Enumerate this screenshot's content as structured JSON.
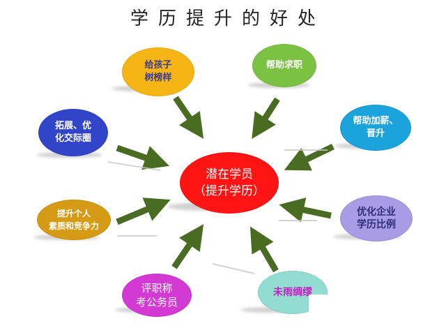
{
  "title": "学历提升的好处",
  "center": {
    "label": "潜在学员\n（提升学历）",
    "color": "#ff1414",
    "text_color": "#ffffff"
  },
  "nodes": [
    {
      "id": "set-example",
      "label": "给孩子\n树榜样",
      "color": "#f7b515",
      "text_color": "#3b3b8f"
    },
    {
      "id": "job-seeking",
      "label": "帮助求职",
      "color": "#7cc242",
      "text_color": "#ffffff"
    },
    {
      "id": "raise-promotion",
      "label": "帮助加薪、\n晋升",
      "color": "#1ba3dc",
      "text_color": "#ffffff"
    },
    {
      "id": "optimize-company-ratio",
      "label": "优化企业\n学历比例",
      "color": "#a99be6",
      "text_color": "#2e2e7a"
    },
    {
      "id": "rainy-day",
      "label": "未雨绸缪",
      "color": "#93dcd2",
      "text_color": "#c21fc2"
    },
    {
      "id": "titles-civil-service",
      "label": "评职称\n考公务员",
      "color": "#d33ad3",
      "text_color": "#ffffff"
    },
    {
      "id": "personal-competitiveness",
      "label": "提升个人\n素质和竞争力",
      "color": "#d69b14",
      "text_color": "#ffffff"
    },
    {
      "id": "social-circle",
      "label": "拓展、优\n化交际圈",
      "color": "#3244c8",
      "text_color": "#ffffff"
    }
  ],
  "arrow_color": "#4a6b22"
}
